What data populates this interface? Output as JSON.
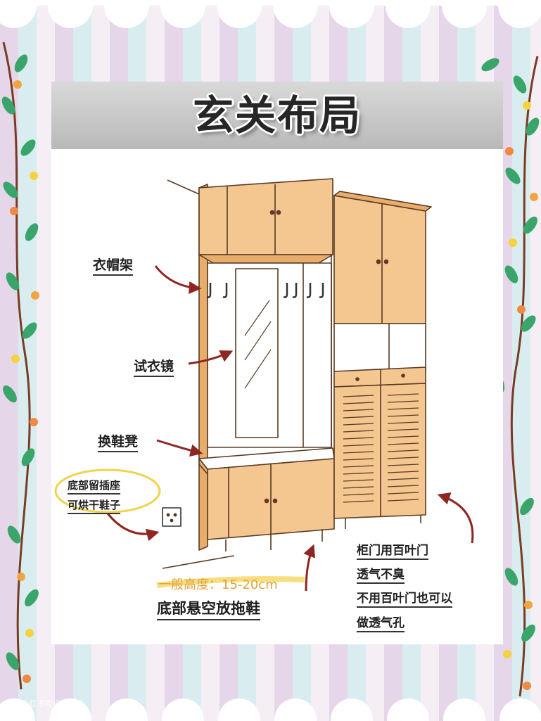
{
  "title": "玄关布局",
  "labels": {
    "hat_rack": "衣帽架",
    "mirror": "试衣镜",
    "bench": "换鞋凳",
    "socket_line1": "底部留插座",
    "socket_line2": "可烘干鞋子",
    "height_note": "一般高度：15-20cm",
    "bottom_note": "底部悬空放拖鞋",
    "louver_line1": "柜门用百叶门",
    "louver_line2": "透气不臭",
    "louver_line3": "不用百叶门也可以",
    "louver_line4": "做透气孔"
  },
  "watermark": "@小红书号设计分享",
  "colors": {
    "wood": "#f4c690",
    "wood_dark": "#e8ad6a",
    "outline": "#5a3a22",
    "arrow": "#8e2622",
    "height_text": "#e0a43a",
    "highlight": "#f3d24c"
  }
}
